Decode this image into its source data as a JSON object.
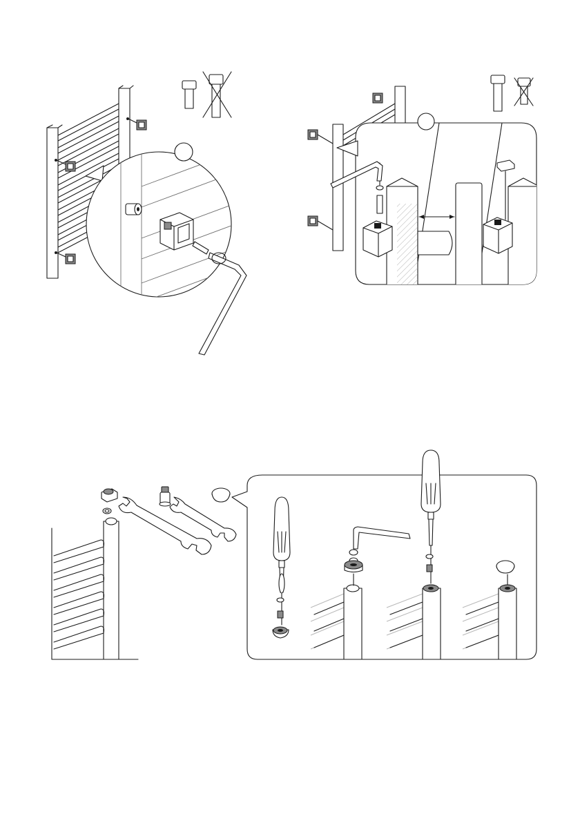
{
  "figures": [
    {
      "id": "step-mount-brackets",
      "callout": "detail-magnifier-1"
    },
    {
      "id": "step-set-wall-distance",
      "callout": "detail-magnifier-2"
    },
    {
      "id": "step-fit-caps-and-valves",
      "callout": "detail-speech-panel"
    }
  ],
  "icons": [
    "screw-allowed-icon",
    "screw-not-allowed-icon",
    "hex-key-icon",
    "wrench-icon",
    "screwdriver-icon",
    "cover-cap-icon",
    "bleed-valve-icon"
  ],
  "colors": {
    "line": "#1a1a1a",
    "fill": "#ffffff",
    "shade": "#8a8a8a"
  }
}
